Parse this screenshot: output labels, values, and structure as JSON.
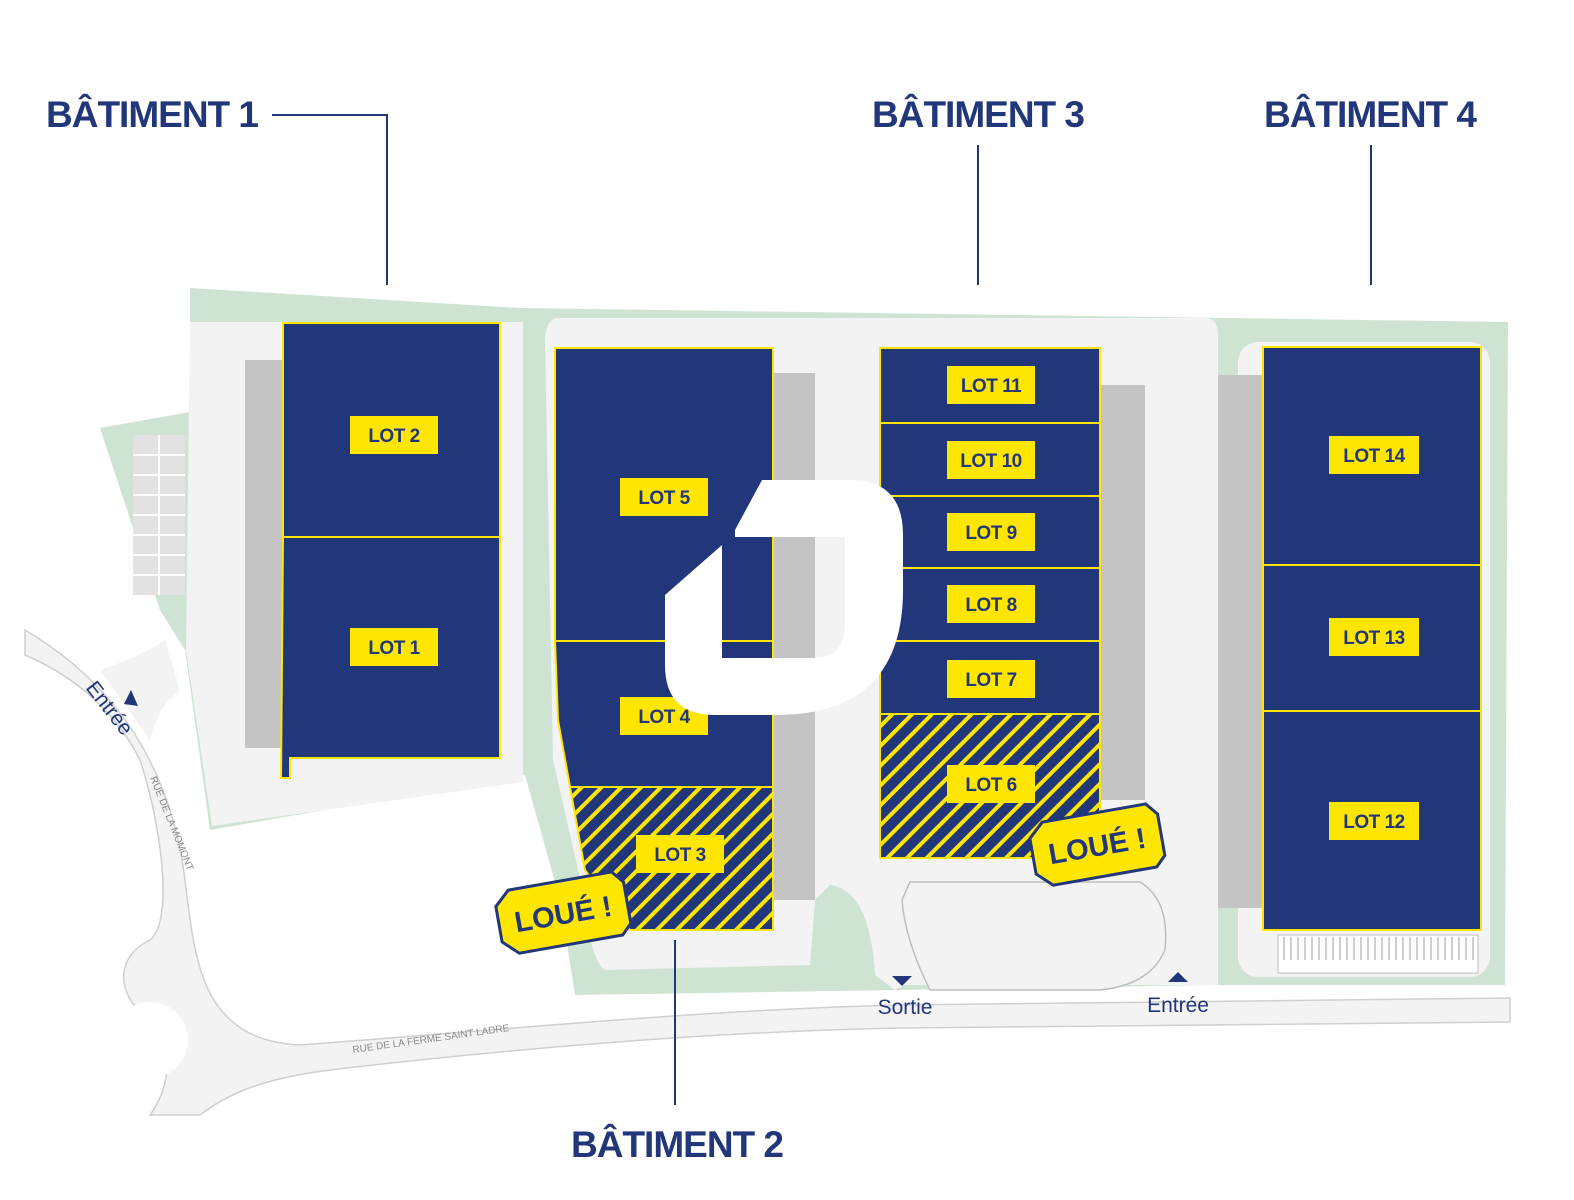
{
  "colors": {
    "building": "#22367a",
    "label": "#ffe600",
    "green": "#cfe3d3",
    "pavement": "#f3f3f3",
    "dock": "#c4c4c4"
  },
  "buildings": [
    {
      "title": "BÂTIMENT 1",
      "lots": [
        "LOT 2",
        "LOT 1"
      ]
    },
    {
      "title": "BÂTIMENT 2",
      "lots": [
        "LOT 5",
        "LOT 4",
        "LOT 3"
      ]
    },
    {
      "title": "BÂTIMENT 3",
      "lots": [
        "LOT 11",
        "LOT 10",
        "LOT 9",
        "LOT 8",
        "LOT 7",
        "LOT 6"
      ]
    },
    {
      "title": "BÂTIMENT 4",
      "lots": [
        "LOT 14",
        "LOT 13",
        "LOT 12"
      ]
    }
  ],
  "rented_tags": [
    {
      "lot": "LOT 3",
      "text": "LOUÉ !"
    },
    {
      "lot": "LOT 6",
      "text": "LOUÉ !"
    }
  ],
  "streets": {
    "west": "RUE DE LA MOMONT",
    "south": "RUE DE LA FERME SAINT LADRE"
  },
  "gates": {
    "entree_west": "Entrée",
    "sortie": "Sortie",
    "entree_south": "Entrée"
  }
}
